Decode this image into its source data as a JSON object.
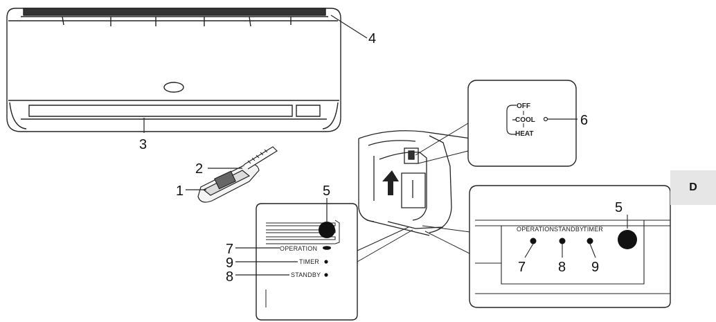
{
  "section_tab": "D",
  "callouts": {
    "c1": "1",
    "c2": "2",
    "c3": "3",
    "c4": "4",
    "c5_left": "5",
    "c5_right": "5",
    "c6": "6",
    "c7_left": "7",
    "c9_left": "9",
    "c8_left": "8",
    "c7_right": "7",
    "c8_right": "8",
    "c9_right": "9"
  },
  "left_panel": {
    "operation": "OPERATION",
    "timer": "TIMER",
    "standby": "STANDBY"
  },
  "right_panel": {
    "operation": "OPERATION",
    "standby": "STANDBY",
    "timer": "TIMER"
  },
  "switch": {
    "off": "OFF",
    "cool": "COOL",
    "heat": "HEAT"
  }
}
